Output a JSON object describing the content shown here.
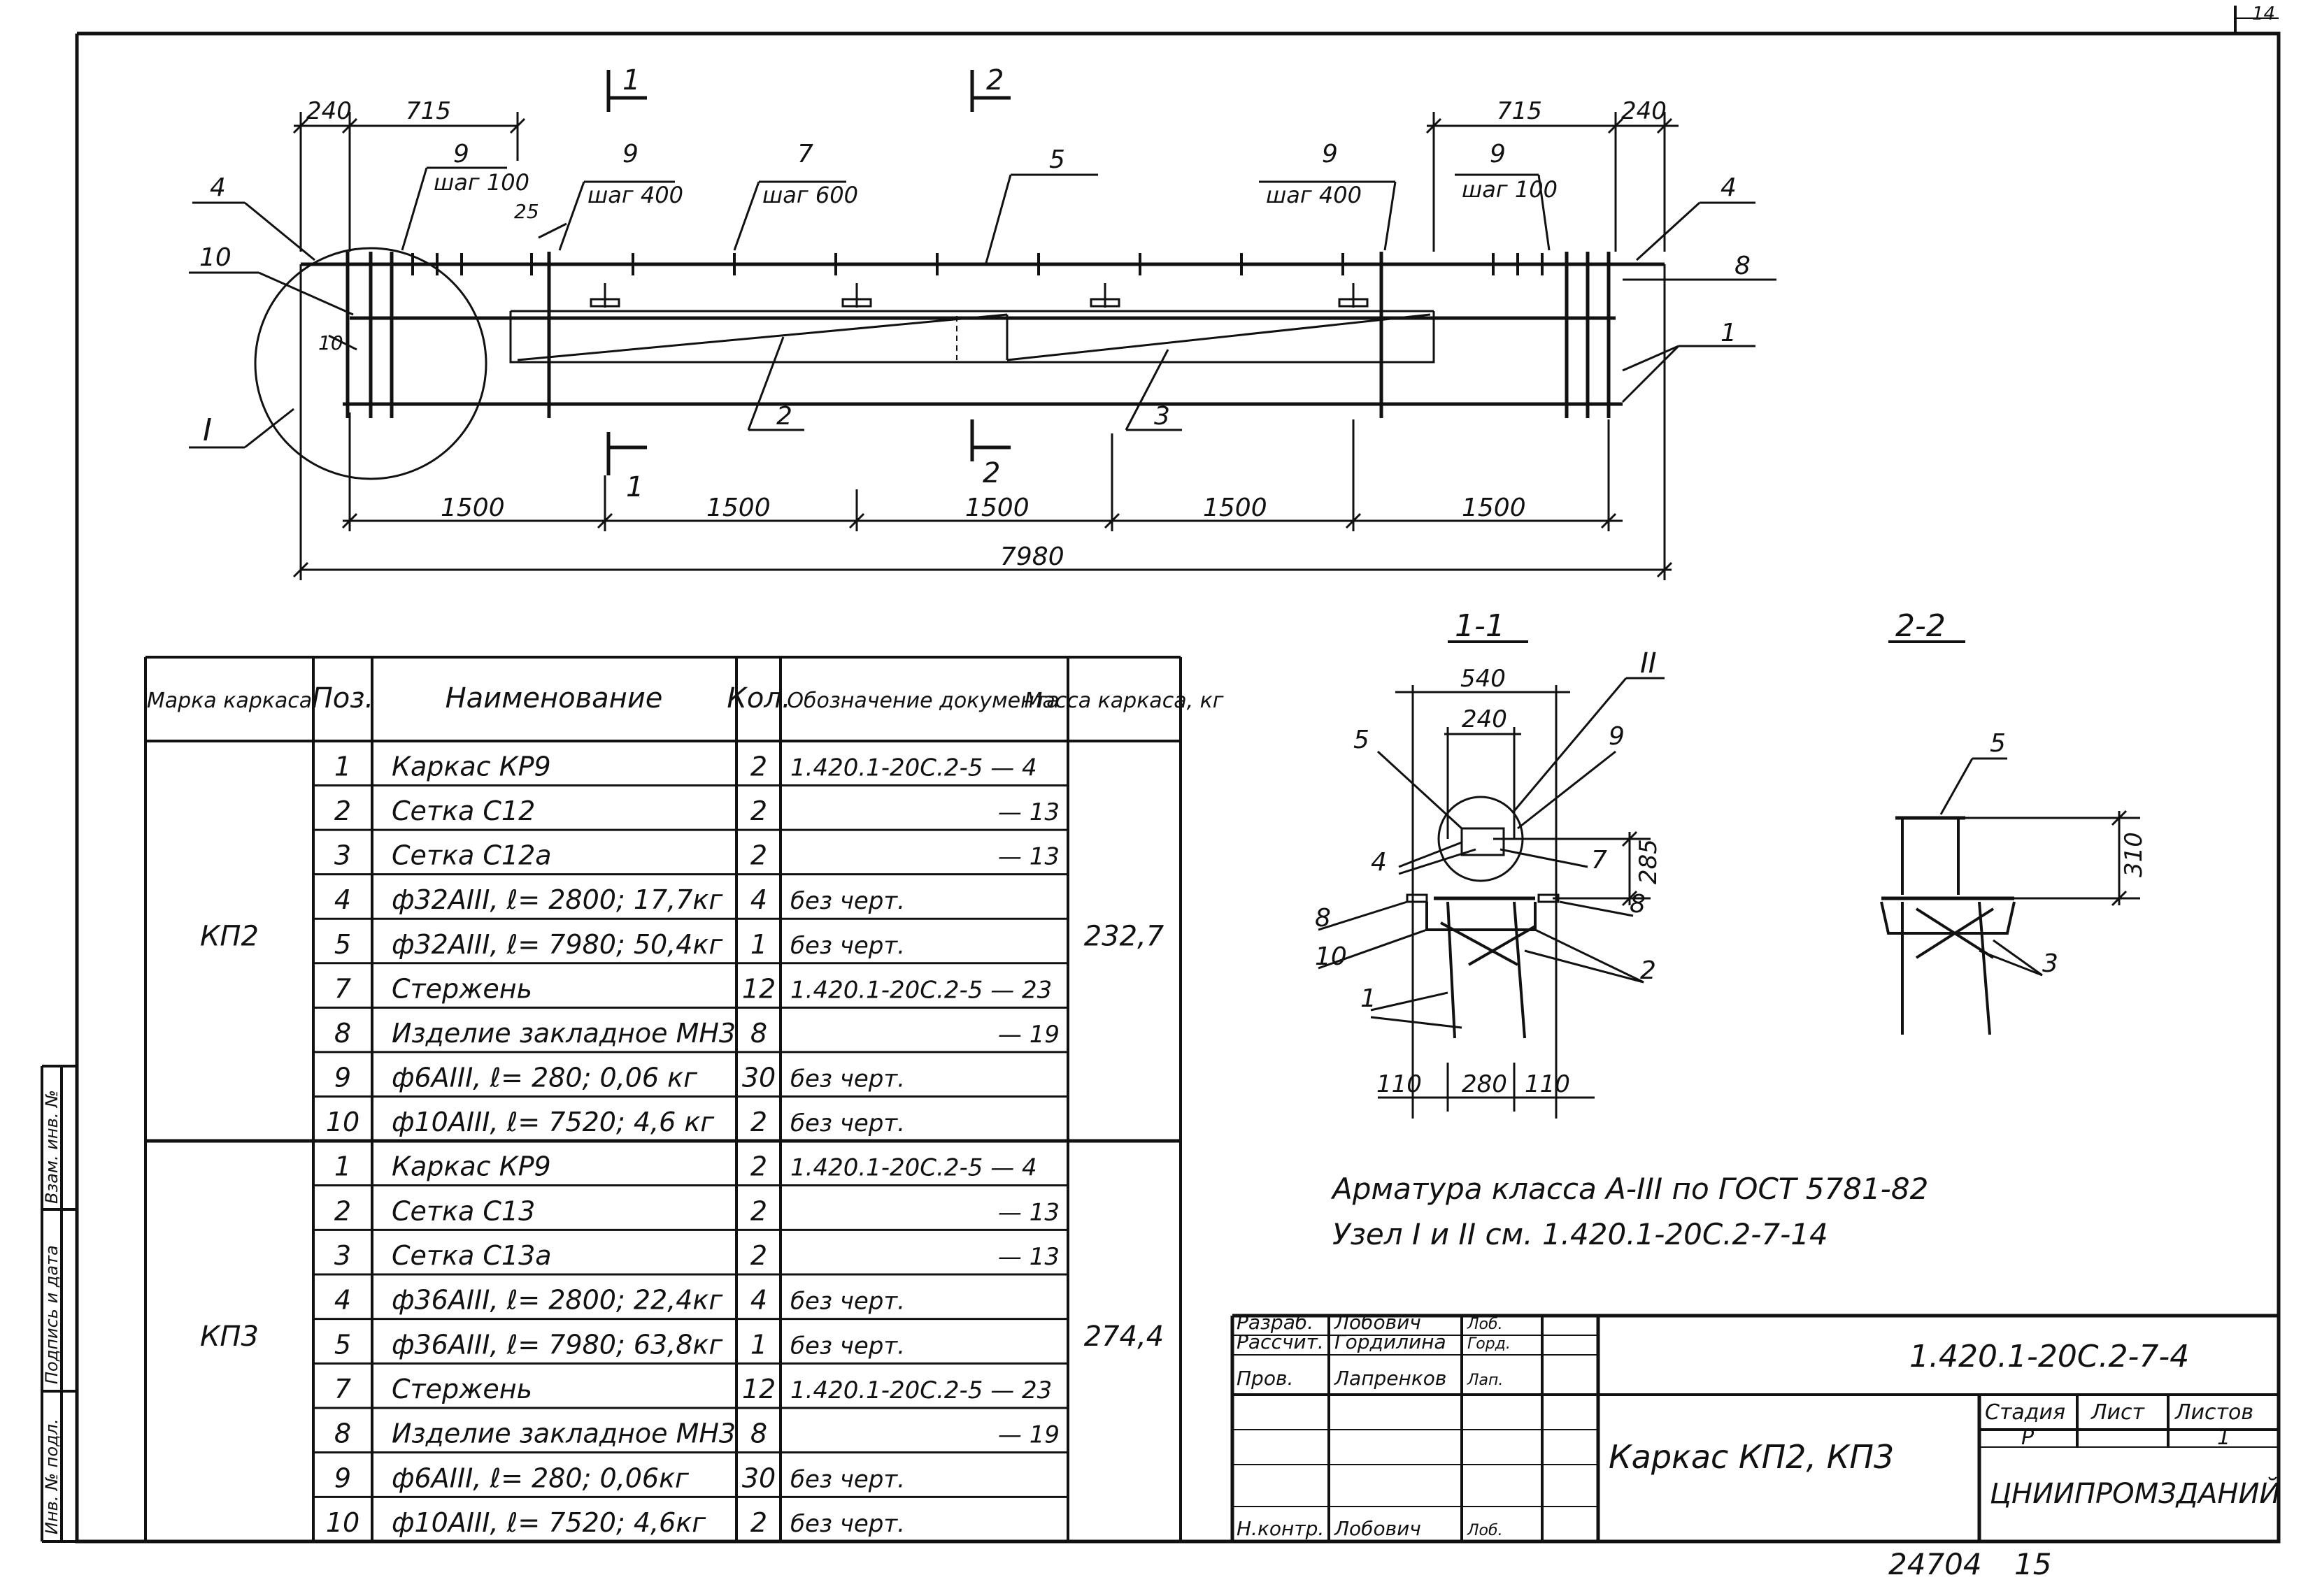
{
  "sheet": {
    "page_number": "14",
    "bottom_number": "24704",
    "bottom_sheet": "15",
    "left_strip": [
      "Инв. № подл.",
      "Подпись и дата",
      "Взам. инв. №"
    ]
  },
  "plan": {
    "top_dims": [
      "240",
      "715",
      "715",
      "240"
    ],
    "section_marks": [
      {
        "label": "1"
      },
      {
        "label": "2"
      },
      {
        "label": "1"
      },
      {
        "label": "2"
      }
    ],
    "leaders": [
      "9",
      "шаг 100",
      "9",
      "шаг 400",
      "7",
      "шаг 600",
      "5",
      "9",
      "шаг 400",
      "9",
      "шаг 100",
      "4",
      "4",
      "8",
      "1",
      "10",
      "2",
      "3",
      "I"
    ],
    "small_dims": [
      "25",
      "10"
    ],
    "bottom_dims": [
      "1500",
      "1500",
      "1500",
      "1500",
      "1500"
    ],
    "total": "7980"
  },
  "spec": {
    "headers": [
      "Марка каркаса",
      "Поз.",
      "Наименование",
      "Кол.",
      "Обозначение документа",
      "Масса каркаса, кг"
    ],
    "groups": [
      {
        "mark": "КП2",
        "mass": "232,7",
        "rows": [
          [
            "1",
            "Каркас КР9",
            "2",
            "1.420.1-20С.2-5 — 4"
          ],
          [
            "2",
            "Сетка С12",
            "2",
            "— 13"
          ],
          [
            "3",
            "Сетка С12а",
            "2",
            "— 13"
          ],
          [
            "4",
            "ф32АIII, ℓ= 2800; 17,7кг",
            "4",
            "без черт."
          ],
          [
            "5",
            "ф32АIII, ℓ= 7980; 50,4кг",
            "1",
            "без черт."
          ],
          [
            "7",
            "Стержень",
            "12",
            "1.420.1-20С.2-5 — 23"
          ],
          [
            "8",
            "Изделие закладное МН3",
            "8",
            "— 19"
          ],
          [
            "9",
            "ф6АIII, ℓ= 280; 0,06 кг",
            "30",
            "без черт."
          ],
          [
            "10",
            "ф10АIII, ℓ= 7520; 4,6 кг",
            "2",
            "без черт."
          ]
        ]
      },
      {
        "mark": "КП3",
        "mass": "274,4",
        "rows": [
          [
            "1",
            "Каркас КР9",
            "2",
            "1.420.1-20С.2-5 — 4"
          ],
          [
            "2",
            "Сетка С13",
            "2",
            "— 13"
          ],
          [
            "3",
            "Сетка С13а",
            "2",
            "— 13"
          ],
          [
            "4",
            "ф36АIII, ℓ= 2800; 22,4кг",
            "4",
            "без черт."
          ],
          [
            "5",
            "ф36АIII, ℓ= 7980; 63,8кг",
            "1",
            "без черт."
          ],
          [
            "7",
            "Стержень",
            "12",
            "1.420.1-20С.2-5 — 23"
          ],
          [
            "8",
            "Изделие закладное МН3",
            "8",
            "— 19"
          ],
          [
            "9",
            "ф6АIII, ℓ= 280; 0,06кг",
            "30",
            "без черт."
          ],
          [
            "10",
            "ф10АIII, ℓ= 7520; 4,6кг",
            "2",
            "без черт."
          ]
        ]
      }
    ]
  },
  "section11": {
    "title": "1-1",
    "dims": [
      "540",
      "240",
      "285",
      "110",
      "280",
      "110"
    ],
    "labels": [
      "5",
      "II",
      "9",
      "4",
      "7",
      "8",
      "8",
      "10",
      "2",
      "1"
    ]
  },
  "section22": {
    "title": "2-2",
    "dims": [
      "310"
    ],
    "labels": [
      "5",
      "3"
    ]
  },
  "notes": [
    "Арматура класса А-III по ГОСТ 5781-82",
    "Узел I и II см. 1.420.1-20С.2-7-14"
  ],
  "titleblock": {
    "people": [
      {
        "role": "Разраб.",
        "name": "Лобович",
        "sign": "Лоб."
      },
      {
        "role": "Рассчит.",
        "name": "Гордилина",
        "sign": "Горд."
      },
      {
        "role": "Пров.",
        "name": "Лапренков",
        "sign": "Лап."
      },
      {
        "role": "",
        "name": "",
        "sign": ""
      },
      {
        "role": "",
        "name": "",
        "sign": ""
      },
      {
        "role": "",
        "name": "",
        "sign": ""
      },
      {
        "role": "Н.контр.",
        "name": "Лобович",
        "sign": "Лоб."
      }
    ],
    "code": "1.420.1-20С.2-7-4",
    "title": "Каркас КП2, КП3",
    "stage_h": "Стадия",
    "sheet_h": "Лист",
    "sheets_h": "Листов",
    "stage": "Р",
    "sheets": "1",
    "org": "ЦНИИПРОМЗДАНИЙ"
  }
}
